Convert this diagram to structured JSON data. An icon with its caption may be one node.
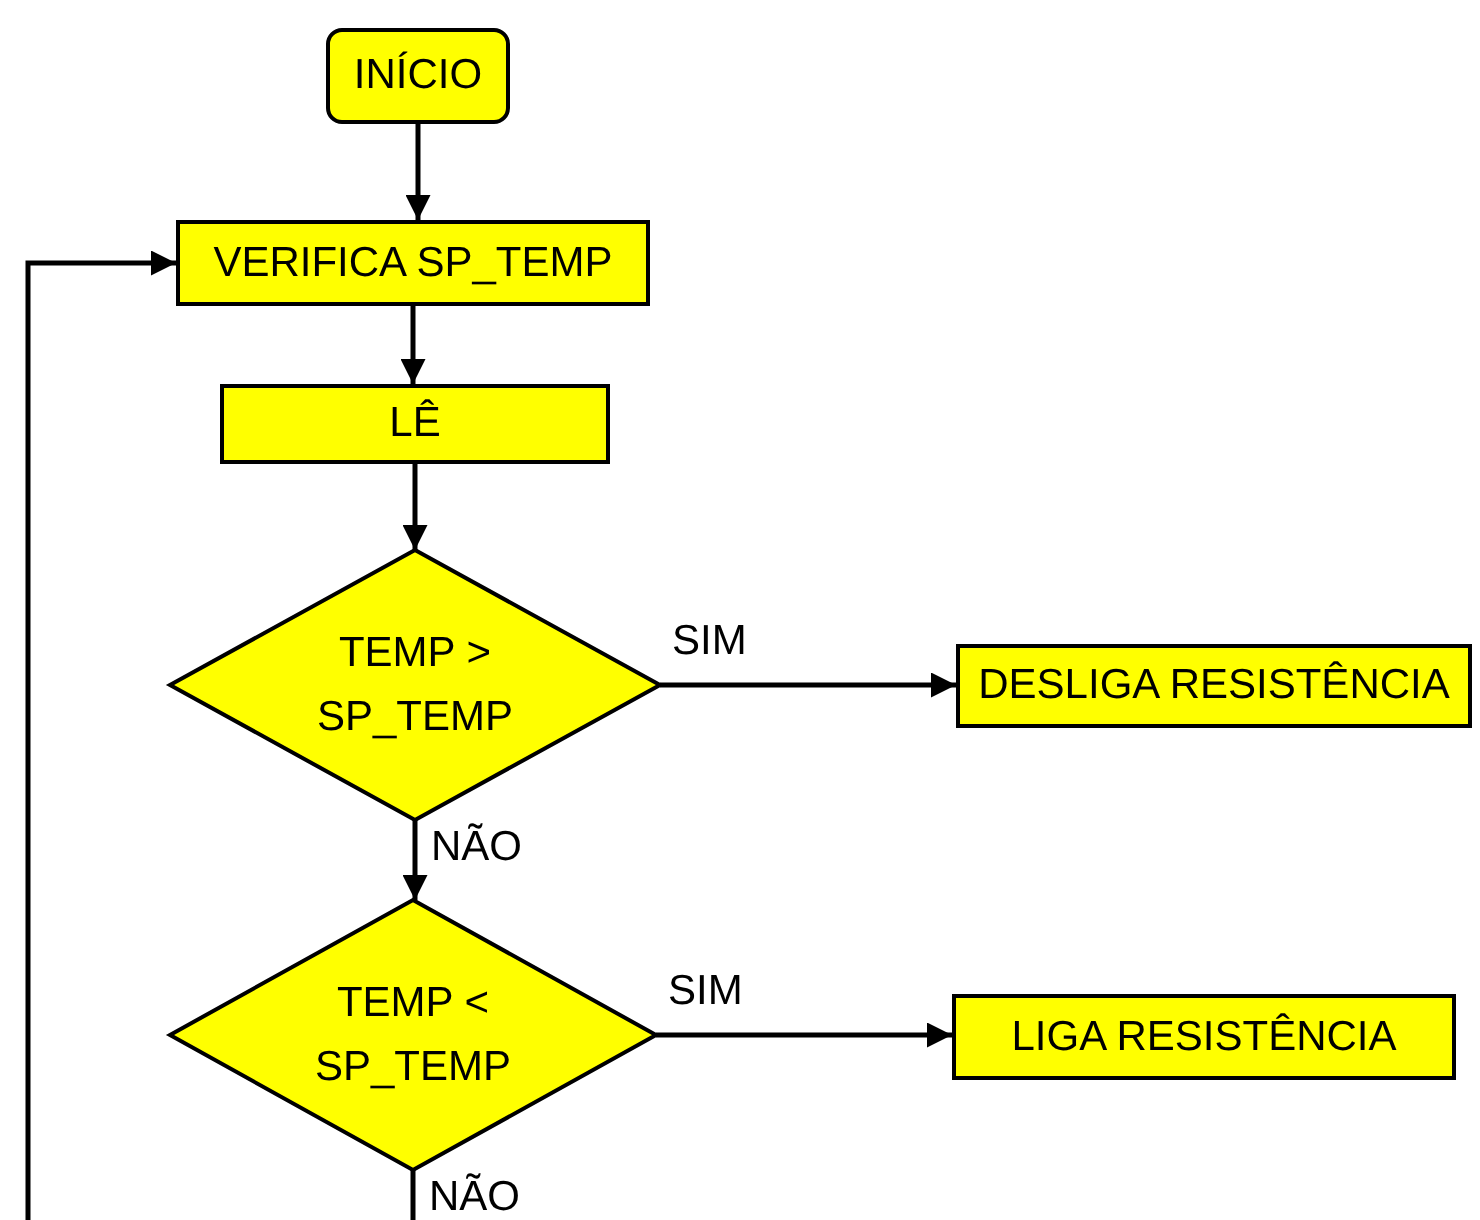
{
  "diagram": {
    "nodes": [
      {
        "text": [
          "INÍCIO"
        ]
      },
      {
        "text": [
          "VERIFICA SP_TEMP"
        ]
      },
      {
        "text": [
          "LÊ"
        ]
      },
      {
        "text": [
          "TEMP > SP_TEMP"
        ]
      },
      {
        "text": [
          "DESLIGA RESISTÊNCIA"
        ]
      },
      {
        "text": [
          "TEMP < SP_TEMP"
        ]
      },
      {
        "text": [
          "LIGA RESISTÊNCIA"
        ]
      }
    ],
    "edges": [
      {
        "from": 0,
        "to": 1,
        "arrow": "to"
      },
      {
        "from": 1,
        "to": 2,
        "arrow": "to"
      },
      {
        "from": 2,
        "to": 3,
        "arrow": "to"
      },
      {
        "from": 3,
        "to": 4,
        "arrow": "to",
        "label": "SIM"
      },
      {
        "from": 3,
        "to": 5,
        "arrow": "to",
        "label": "NÃO"
      },
      {
        "from": 5,
        "to": 6,
        "arrow": "to",
        "label": "SIM"
      },
      {
        "from": 5,
        "to": null,
        "arrow": "none",
        "label": "NÃO"
      },
      {
        "from": null,
        "to": 1,
        "arrow": "to"
      }
    ]
  }
}
